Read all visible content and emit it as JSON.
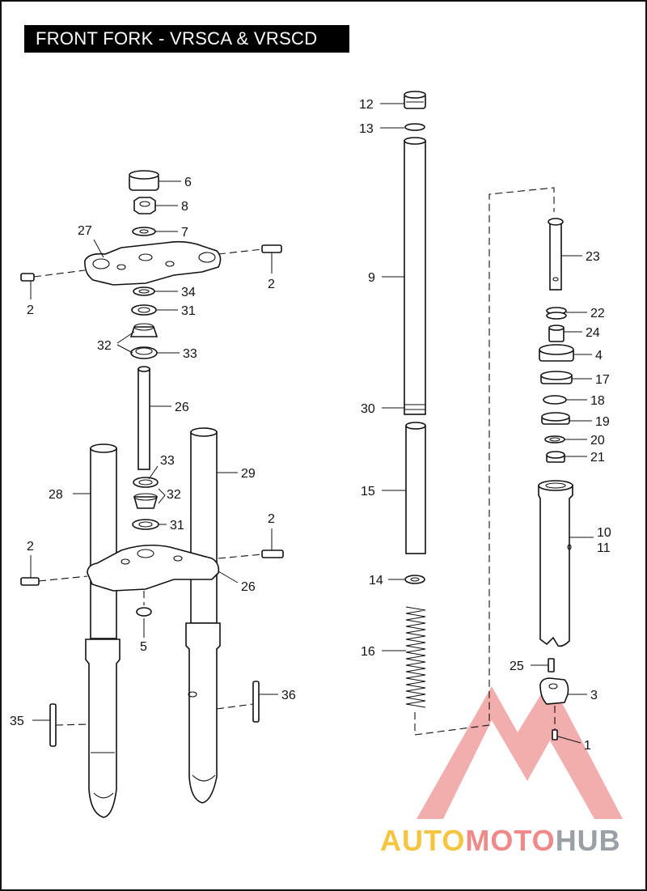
{
  "title": "FRONT FORK - VRSCA & VRSCD",
  "watermark": {
    "part1": "AUTO",
    "part2": "MOTO",
    "part3": "HUB"
  },
  "colors": {
    "title_bg": "#000000",
    "title_fg": "#ffffff",
    "line": "#111111",
    "watermark_red": "#e05050",
    "watermark_gold": "#f5c542",
    "watermark_gray": "#9aa0a6"
  },
  "callouts": [
    {
      "id": "c6",
      "text": "6"
    },
    {
      "id": "c8",
      "text": "8"
    },
    {
      "id": "c7",
      "text": "7"
    },
    {
      "id": "c27",
      "text": "27"
    },
    {
      "id": "c2a",
      "text": "2"
    },
    {
      "id": "c2b",
      "text": "2"
    },
    {
      "id": "c34",
      "text": "34"
    },
    {
      "id": "c31a",
      "text": "31"
    },
    {
      "id": "c32a",
      "text": "32"
    },
    {
      "id": "c33a",
      "text": "33"
    },
    {
      "id": "c26a",
      "text": "26"
    },
    {
      "id": "c33b",
      "text": "33"
    },
    {
      "id": "c32b",
      "text": "32"
    },
    {
      "id": "c31b",
      "text": "31"
    },
    {
      "id": "c28",
      "text": "28"
    },
    {
      "id": "c29",
      "text": "29"
    },
    {
      "id": "c2c",
      "text": "2"
    },
    {
      "id": "c2d",
      "text": "2"
    },
    {
      "id": "c26b",
      "text": "26"
    },
    {
      "id": "c5",
      "text": "5"
    },
    {
      "id": "c35",
      "text": "35"
    },
    {
      "id": "c36",
      "text": "36"
    },
    {
      "id": "c12",
      "text": "12"
    },
    {
      "id": "c13",
      "text": "13"
    },
    {
      "id": "c9",
      "text": "9"
    },
    {
      "id": "c30",
      "text": "30"
    },
    {
      "id": "c15",
      "text": "15"
    },
    {
      "id": "c14",
      "text": "14"
    },
    {
      "id": "c16",
      "text": "16"
    },
    {
      "id": "c23",
      "text": "23"
    },
    {
      "id": "c22",
      "text": "22"
    },
    {
      "id": "c24",
      "text": "24"
    },
    {
      "id": "c4",
      "text": "4"
    },
    {
      "id": "c17",
      "text": "17"
    },
    {
      "id": "c18",
      "text": "18"
    },
    {
      "id": "c19",
      "text": "19"
    },
    {
      "id": "c20",
      "text": "20"
    },
    {
      "id": "c21",
      "text": "21"
    },
    {
      "id": "c10",
      "text": "10"
    },
    {
      "id": "c11",
      "text": "11"
    },
    {
      "id": "c25",
      "text": "25"
    },
    {
      "id": "c3",
      "text": "3"
    },
    {
      "id": "c1",
      "text": "1"
    }
  ]
}
